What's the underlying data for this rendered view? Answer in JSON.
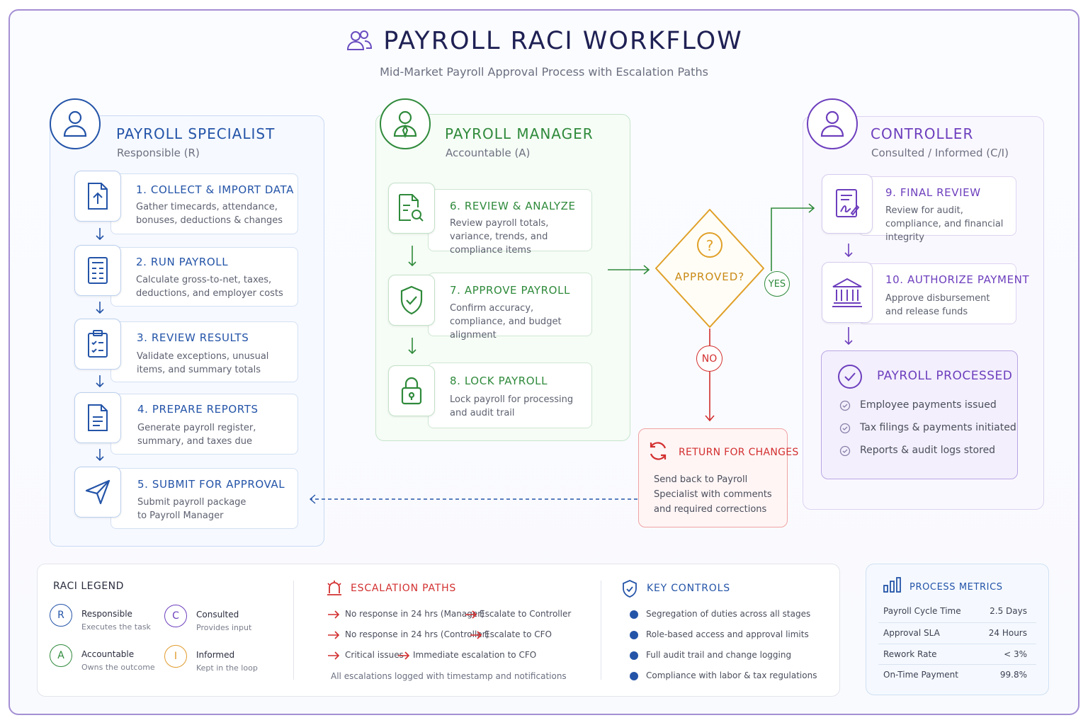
{
  "header": {
    "title": "PAYROLL RACI WORKFLOW",
    "subtitle": "Mid-Market Payroll Approval Process with Escalation Paths"
  },
  "roles": {
    "specialist": {
      "title": "PAYROLL SPECIALIST",
      "sub": "Responsible (R)"
    },
    "manager": {
      "title": "PAYROLL MANAGER",
      "sub": "Accountable (A)"
    },
    "controller": {
      "title": "CONTROLLER",
      "sub": "Consulted / Informed (C/I)"
    }
  },
  "steps": [
    {
      "title": "1. COLLECT & IMPORT DATA",
      "desc": "Gather timecards, attendance, bonuses, deductions & changes"
    },
    {
      "title": "2. RUN PAYROLL",
      "desc": "Calculate gross-to-net, taxes, deductions, and employer costs"
    },
    {
      "title": "3. REVIEW RESULTS",
      "desc": "Validate exceptions, unusual items, and summary totals"
    },
    {
      "title": "4. PREPARE REPORTS",
      "desc": "Generate payroll register, summary, and taxes due"
    },
    {
      "title": "5. SUBMIT FOR APPROVAL",
      "desc": "Submit payroll package to Payroll Manager"
    },
    {
      "title": "6. REVIEW & ANALYZE",
      "desc": "Review payroll totals, variance, trends, and compliance items"
    },
    {
      "title": "7. APPROVE PAYROLL",
      "desc": "Confirm accuracy, compliance, and budget alignment"
    },
    {
      "title": "8. LOCK PAYROLL",
      "desc": "Lock payroll for processing and audit trail"
    },
    {
      "title": "9. FINAL REVIEW",
      "desc": "Review for audit, compliance, and financial integrity"
    },
    {
      "title": "10. AUTHORIZE PAYMENT",
      "desc": "Approve disbursement and release funds"
    }
  ],
  "decision": {
    "label": "APPROVED?",
    "yes": "YES",
    "no": "NO",
    "mark": "?"
  },
  "return_box": {
    "title": "RETURN FOR CHANGES",
    "desc": "Send back to Payroll Specialist with comments and required corrections"
  },
  "processed": {
    "title": "PAYROLL PROCESSED",
    "items": [
      "Employee payments issued",
      "Tax filings & payments initiated",
      "Reports & audit logs stored"
    ]
  },
  "legend": {
    "title": "RACI LEGEND",
    "items": [
      {
        "letter": "R",
        "name": "Responsible",
        "desc": "Executes the task",
        "color": "#2454a8"
      },
      {
        "letter": "C",
        "name": "Consulted",
        "desc": "Provides input",
        "color": "#6d3fbd"
      },
      {
        "letter": "A",
        "name": "Accountable",
        "desc": "Owns the outcome",
        "color": "#2f8a3b"
      },
      {
        "letter": "I",
        "name": "Informed",
        "desc": "Kept in the loop",
        "color": "#e09a2c"
      }
    ]
  },
  "escalation": {
    "title": "ESCALATION PATHS",
    "rows": [
      {
        "from": "No response in 24 hrs (Manager)",
        "to": "Escalate to Controller"
      },
      {
        "from": "No response in 24 hrs (Controller)",
        "to": "Escalate to CFO"
      },
      {
        "from": "Critical issues",
        "to": "Immediate escalation to CFO"
      }
    ],
    "note": "All escalations logged with timestamp and notifications"
  },
  "controls": {
    "title": "KEY CONTROLS",
    "items": [
      "Segregation of duties across all stages",
      "Role-based access and approval limits",
      "Full audit trail and change logging",
      "Compliance with labor & tax regulations"
    ]
  },
  "metrics": {
    "title": "PROCESS METRICS",
    "rows": [
      {
        "label": "Payroll Cycle Time",
        "value": "2.5 Days"
      },
      {
        "label": "Approval SLA",
        "value": "24 Hours"
      },
      {
        "label": "Rework Rate",
        "value": "< 3%"
      },
      {
        "label": "On-Time Payment",
        "value": "99.8%"
      }
    ]
  },
  "colors": {
    "specialist": "#2454a8",
    "manager": "#2f8a3b",
    "controller": "#6d3fbd",
    "decision": "#e0a028",
    "reject": "#d32f2f"
  },
  "icons": {
    "title": "users-icon",
    "specialist": "user-icon",
    "manager": "user-tie-icon",
    "controller": "user-icon",
    "steps": [
      "upload-file-icon",
      "calculator-icon",
      "checklist-icon",
      "document-icon",
      "send-icon",
      "search-doc-icon",
      "shield-check-icon",
      "lock-icon",
      "signature-icon",
      "bank-icon"
    ],
    "return": "refresh-icon",
    "processed": "check-circle-icon",
    "escalation": "alarm-icon",
    "controls": "shield-icon",
    "metrics": "bar-chart-icon"
  }
}
